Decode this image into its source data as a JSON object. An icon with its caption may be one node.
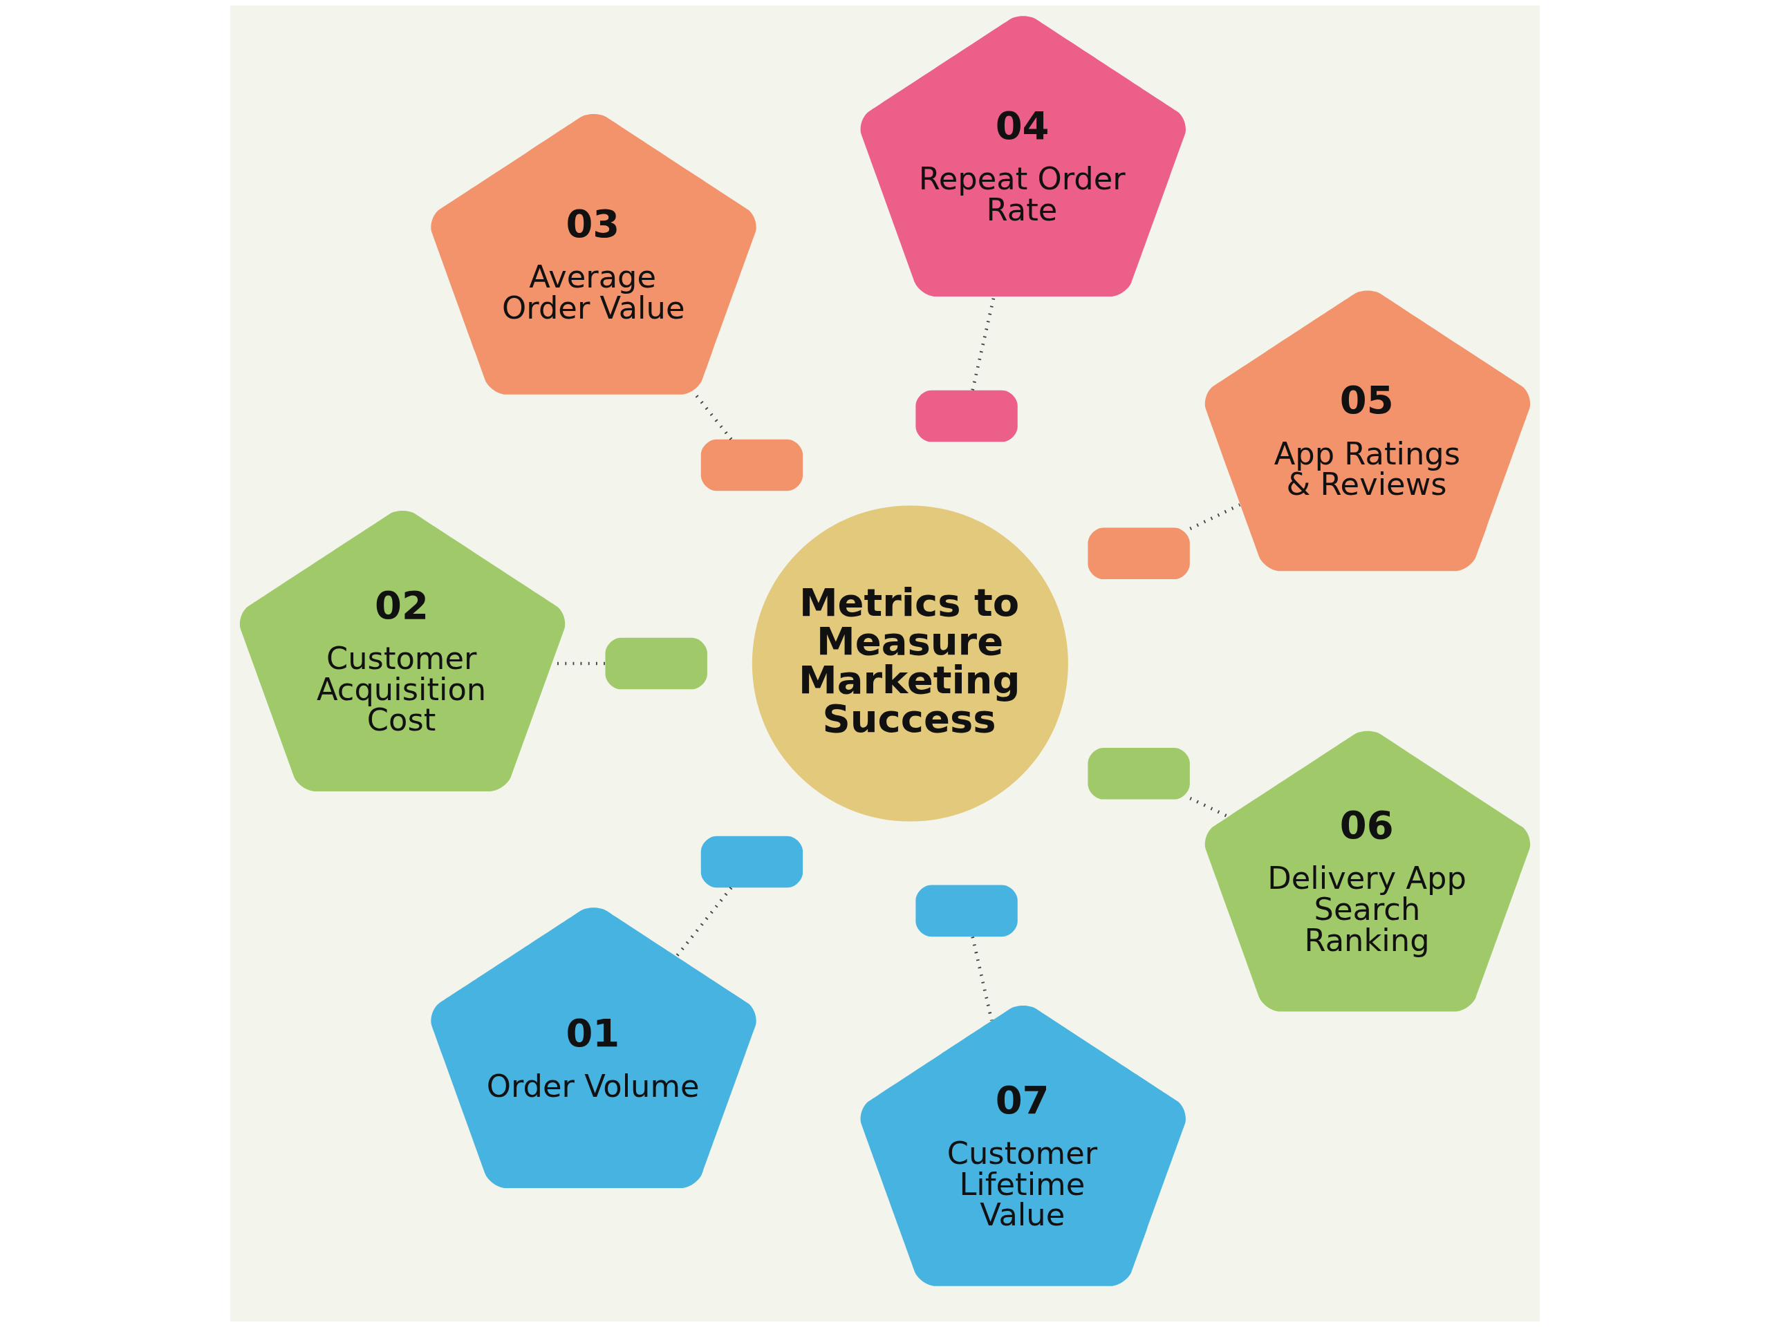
{
  "diagram": {
    "nodes": [
      {
        "text": [
          "Metrics to Measure Marketing Success"
        ]
      },
      {
        "text": [
          "01",
          "Order Volume"
        ]
      },
      {
        "text": [
          "02",
          "Customer Acquisition Cost"
        ]
      },
      {
        "text": [
          "03",
          "Average Order Value"
        ]
      },
      {
        "text": [
          "04",
          "Repeat Order Rate"
        ]
      },
      {
        "text": [
          "05",
          "App Ratings & Reviews"
        ]
      },
      {
        "text": [
          "06",
          "Delivery App Search Ranking"
        ]
      },
      {
        "text": [
          "07",
          "Customer Lifetime Value"
        ]
      },
      {
        "text": [],
        "shape": "bar"
      },
      {
        "text": [],
        "shape": "bar"
      },
      {
        "text": [],
        "shape": "bar"
      },
      {
        "text": [],
        "shape": "bar"
      },
      {
        "text": [],
        "shape": "bar"
      },
      {
        "text": [],
        "shape": "bar"
      },
      {
        "text": [],
        "shape": "bar"
      }
    ],
    "edges": [
      {
        "from": 8,
        "to": 1,
        "arrow": "none",
        "style": "dashed"
      },
      {
        "from": 9,
        "to": 2,
        "arrow": "none",
        "style": "dashed"
      },
      {
        "from": 10,
        "to": 3,
        "arrow": "none",
        "style": "dashed"
      },
      {
        "from": 11,
        "to": 4,
        "arrow": "none",
        "style": "dashed"
      },
      {
        "from": 12,
        "to": 5,
        "arrow": "none",
        "style": "dashed"
      },
      {
        "from": 13,
        "to": 6,
        "arrow": "none",
        "style": "dashed"
      },
      {
        "from": 14,
        "to": 7,
        "arrow": "none",
        "style": "dashed"
      }
    ]
  }
}
